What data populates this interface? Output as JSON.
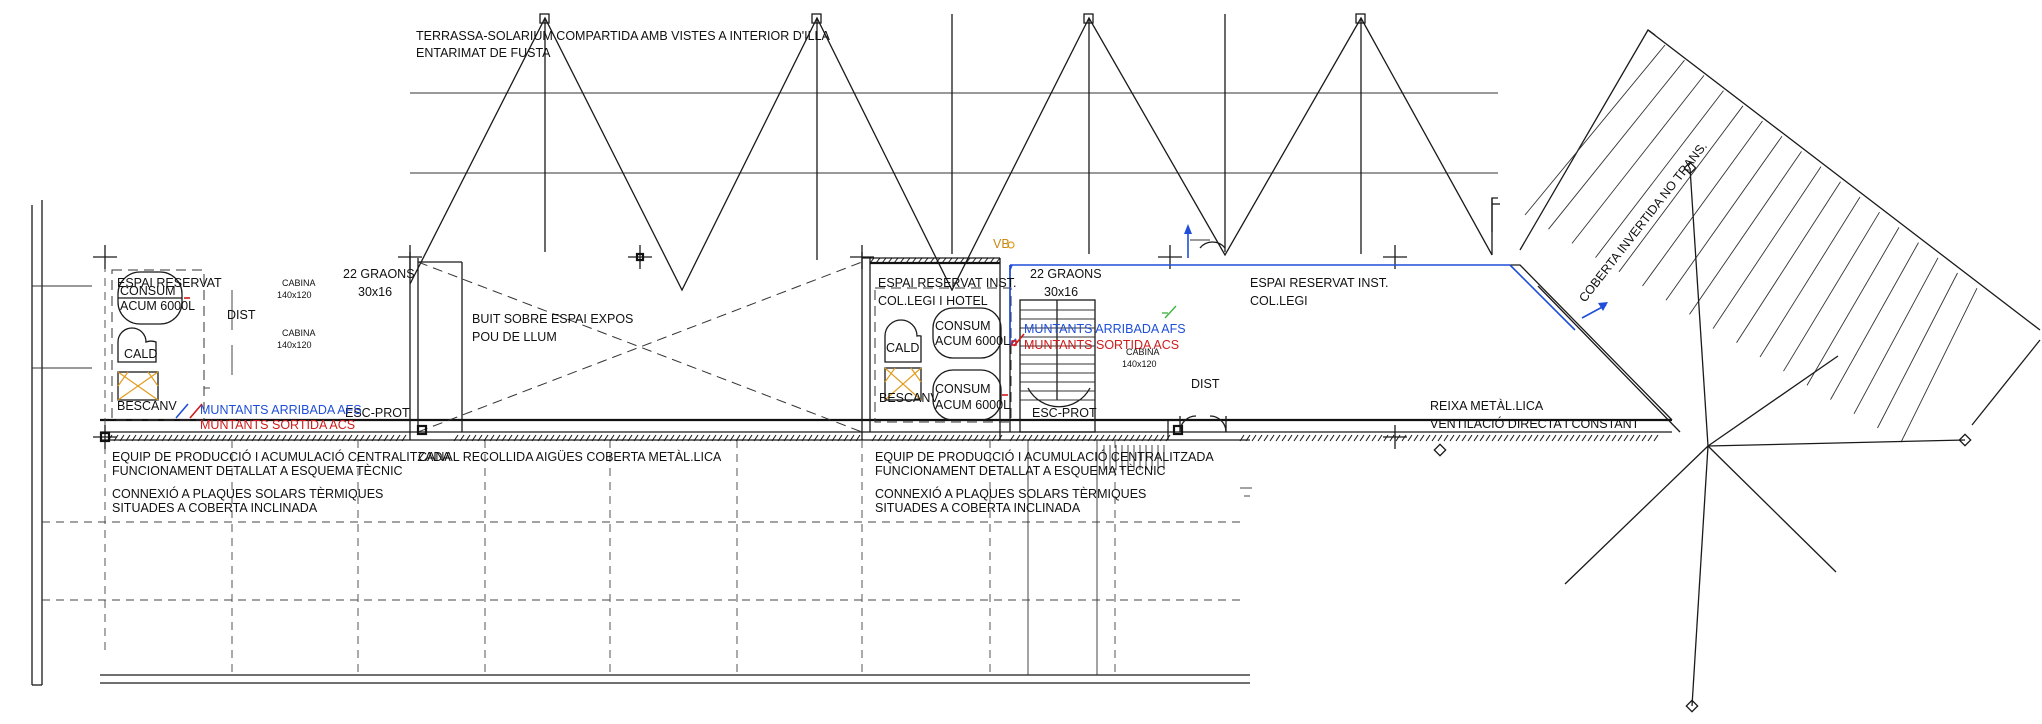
{
  "labels": {
    "terrace_line1": "TERRASSA-SOLARIUM COMPARTIDA AMB VISTES A INTERIOR D'ILLA",
    "terrace_line2": "ENTARIMAT DE FUSTA",
    "stairs_left_count": "22 GRAONS",
    "stairs_left_size": "30x16",
    "stairs_center_count": "22 GRAONS",
    "stairs_center_size": "30x16",
    "void_line1": "BUIT SOBRE ESPAI EXPOS",
    "void_line2": "POU DE LLUM",
    "reserved_left": "ESPAI RESERVAT",
    "reserved_center_line1": "ESPAI RESERVAT INST.",
    "reserved_center_line2": "COL.LEGI I HOTEL",
    "reserved_right_line1": "ESPAI RESERVAT INST.",
    "reserved_right_line2": "COL.LEGI",
    "consum": "CONSUM",
    "acum": "ACUM 6000L",
    "cald": "CALD",
    "bescanv": "BESCANV",
    "cabina": "CABINA",
    "cabina_size": "140x120",
    "dist": "DIST",
    "esc_prot": "ESC-PROT",
    "muntants_afs": "MUNTANTS ARRIBADA AFS",
    "muntants_acs": "MUNTANTS SORTIDA ACS",
    "equip_line1": "EQUIP DE PRODUCCIÓ I ACUMULACIÓ CENTRALITZADA",
    "equip_line2": "FUNCIONAMENT DETALLAT A ESQUEMA TÈCNIC",
    "connexio_line1": "CONNEXIÓ A PLAQUES SOLARS TÈRMIQUES",
    "connexio_line2": "SITUADES A COBERTA INCLINADA",
    "canal": "CANAL RECOLLIDA AIGÜES COBERTA METÀL.LICA",
    "reixa_line1": "REIXA METÀL.LICA",
    "reixa_line2": "VENTILACIÓ DIRECTA I CONSTANT",
    "coberta": "COBERTA INVERTIDA NO TRANS.",
    "vb": "VB"
  },
  "colors": {
    "line": "#1a1a1a",
    "afs_blue": "#1f4fd8",
    "acs_red": "#d01b1b",
    "accent_green": "#38b238",
    "accent_orange": "#e39b1c"
  }
}
